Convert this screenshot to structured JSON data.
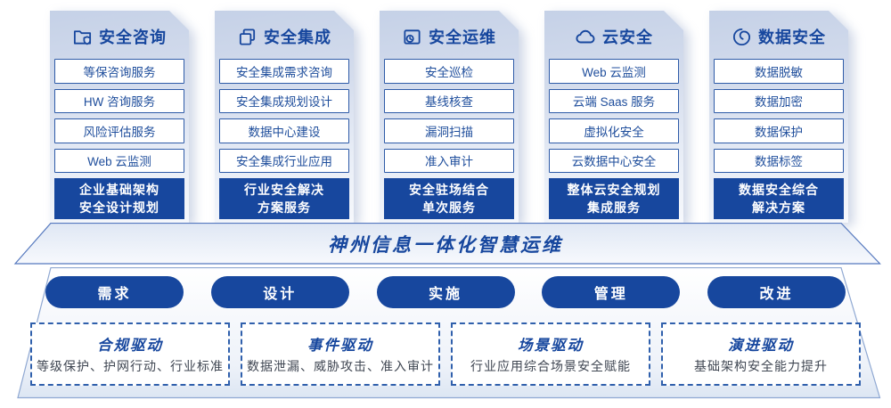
{
  "colors": {
    "primary_blue": "#17479E",
    "item_border_blue": "#2E5BA8",
    "item_text_blue": "#1F4E9C",
    "driver_desc_gray": "#3F4652",
    "card_gradient_top": "#C5D1E7",
    "card_gradient_bottom": "#F6F8FC"
  },
  "columns": [
    {
      "title": "安全咨询",
      "icon": "folder-shield-icon",
      "items": [
        "等保咨询服务",
        "HW 咨询服务",
        "风险评估服务",
        "Web 云监测"
      ],
      "highlight_lines": [
        "企业基础架构",
        "安全设计规划"
      ]
    },
    {
      "title": "安全集成",
      "icon": "documents-icon",
      "items": [
        "安全集成需求咨询",
        "安全集成规划设计",
        "数据中心建设",
        "安全集成行业应用"
      ],
      "highlight_lines": [
        "行业安全解决",
        "方案服务"
      ]
    },
    {
      "title": "安全运维",
      "icon": "folder-clock-icon",
      "items": [
        "安全巡检",
        "基线核查",
        "漏洞扫描",
        "准入审计"
      ],
      "highlight_lines": [
        "安全驻场结合",
        "单次服务"
      ]
    },
    {
      "title": "云安全",
      "icon": "cloud-icon",
      "items": [
        "Web 云监测",
        "云端 Saas 服务",
        "虚拟化安全",
        "云数据中心安全"
      ],
      "highlight_lines": [
        "整体云安全规划",
        "集成服务"
      ]
    },
    {
      "title": "数据安全",
      "icon": "fingerprint-icon",
      "items": [
        "数据脱敏",
        "数据加密",
        "数据保护",
        "数据标签"
      ],
      "highlight_lines": [
        "数据安全综合",
        "解决方案"
      ]
    }
  ],
  "banner": {
    "title": "神州信息一体化智慧运维"
  },
  "phases": [
    {
      "label": "需求"
    },
    {
      "label": "设计"
    },
    {
      "label": "实施"
    },
    {
      "label": "管理"
    },
    {
      "label": "改进"
    }
  ],
  "drivers": [
    {
      "title": "合规驱动",
      "desc": "等级保护、护网行动、行业标准"
    },
    {
      "title": "事件驱动",
      "desc": "数据泄漏、威胁攻击、准入审计"
    },
    {
      "title": "场景驱动",
      "desc": "行业应用综合场景安全赋能"
    },
    {
      "title": "演进驱动",
      "desc": "基础架构安全能力提升"
    }
  ]
}
